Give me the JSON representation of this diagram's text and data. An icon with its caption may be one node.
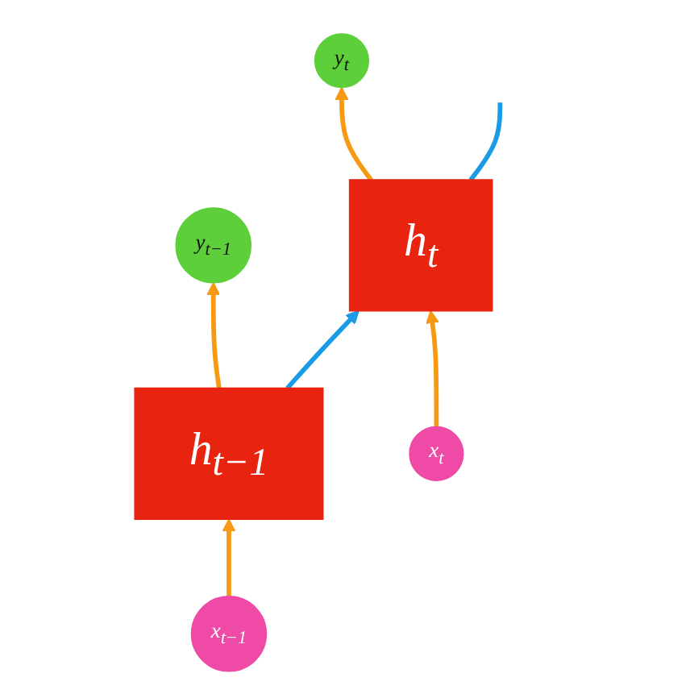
{
  "diagram": {
    "nodes": [
      {
        "text": [
          "y$_{t−1}$"
        ]
      },
      {
        "text": [
          "y$_{t}$"
        ]
      },
      {
        "text": [
          "h$_{t−1}$"
        ]
      },
      {
        "text": [
          "h$_{t}$"
        ]
      },
      {
        "text": [
          "x$_{t−1}$"
        ]
      },
      {
        "text": [
          "x$_{t}$"
        ]
      }
    ],
    "edges": [
      {
        "from": 2,
        "to": 0,
        "arrow": "to"
      },
      {
        "from": 3,
        "to": 1,
        "arrow": "to"
      },
      {
        "from": 2,
        "to": 3,
        "arrow": "to",
        "color": "#1a9be6"
      },
      {
        "from": 3,
        "to": null,
        "arrow": "none",
        "color": "#1a9be6"
      },
      {
        "from": 4,
        "to": 2,
        "arrow": "to"
      },
      {
        "from": 5,
        "to": 3,
        "arrow": "to"
      }
    ]
  }
}
